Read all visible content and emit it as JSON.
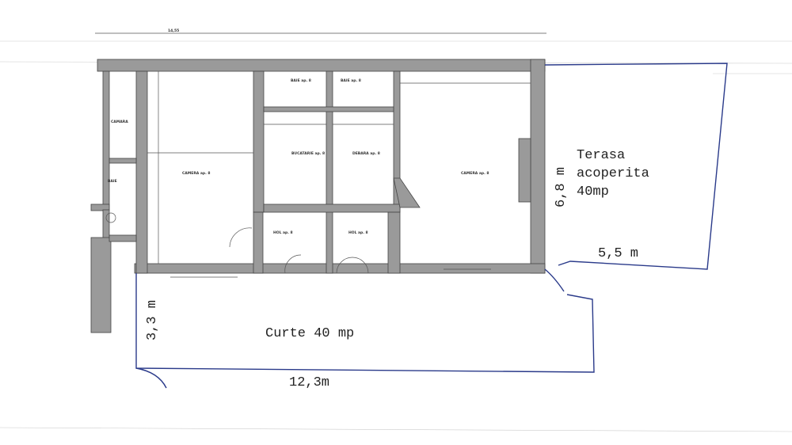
{
  "colors": {
    "wall": "#9a9a9a",
    "wall_edge": "#444444",
    "annotation_line": "#2a3a8a",
    "text": "#222222"
  },
  "overall_dimension": "14,55",
  "rooms": [
    {
      "name": "CAMARA"
    },
    {
      "name": "BAIE"
    },
    {
      "name": "CAMERA ap. 8"
    },
    {
      "name": "BAIE ap. 8"
    },
    {
      "name": "BAIE ap. 8"
    },
    {
      "name": "BUCATARIE ap. 8"
    },
    {
      "name": "DEBARA ap. 8"
    },
    {
      "name": "CAMERA ap. 8"
    },
    {
      "name": "HOL ap. 8"
    },
    {
      "name": "HOL ap. 8"
    }
  ],
  "annotations": {
    "terrace_label_1": "Terasa",
    "terrace_label_2": "acoperita",
    "terrace_label_3": "40mp",
    "terrace_height": "6,8 m",
    "terrace_width": "5,5 m",
    "yard_label": "Curte 40 mp",
    "yard_height": "3,3 m",
    "yard_width": "12,3m"
  }
}
